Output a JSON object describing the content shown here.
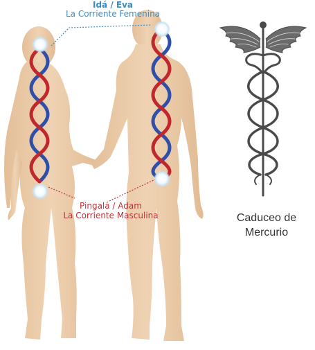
{
  "labels": {
    "ida_title": "Idá / Eva",
    "ida_subtitle": "La Corriente Femenina",
    "pingala_title": "Pingalá / Adam",
    "pingala_subtitle": "La Corriente Masculina",
    "caduceo_line1": "Caduceo de",
    "caduceo_line2": "Mercurio"
  },
  "colors": {
    "feminine_current": "#2f4fa8",
    "masculine_current": "#c0282e",
    "skin": "#e9c9a6",
    "ida_label": "#3c8cc4",
    "pingala_label": "#b8323a",
    "caduceus": "#4a4a4a"
  },
  "icons": [
    "caduceus-icon",
    "chakra-node-icon"
  ]
}
